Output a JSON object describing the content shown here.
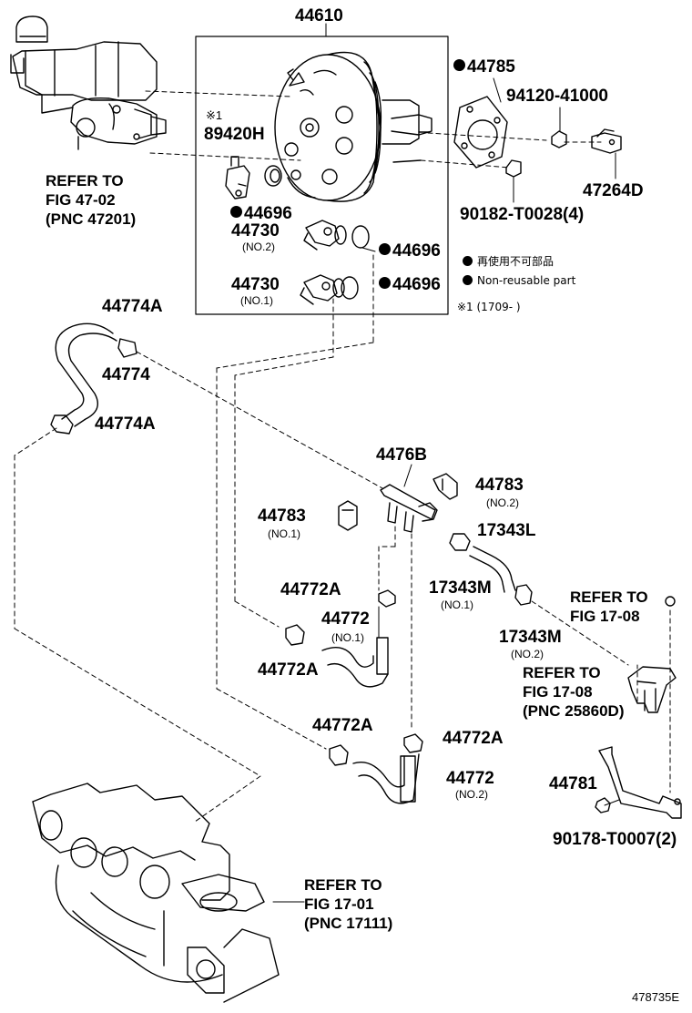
{
  "diagram_id": "478735E",
  "labels": {
    "booster": "44610",
    "sensor_note": "※1",
    "sensor": "89420H",
    "gasket": "44785",
    "nut": "94120-41000",
    "bracket": "47264D",
    "bolt": "90182-T0028(4)",
    "grommet_a": "44696",
    "grommet_b": "44696",
    "grommet_c": "44696",
    "check_valve_2": "44730",
    "check_valve_2_sub": "(NO.2)",
    "check_valve_1": "44730",
    "check_valve_1_sub": "(NO.1)",
    "hose_clip_top": "44774A",
    "hose_main": "44774",
    "hose_clip_bottom": "44774A",
    "tee": "4476B",
    "clamp_2": "44783",
    "clamp_2_sub": "(NO.2)",
    "clamp_1": "44783",
    "clamp_1_sub": "(NO.1)",
    "hose_17343l": "17343L",
    "clip_17343m_1": "17343M",
    "clip_17343m_1_sub": "(NO.1)",
    "clip_17343m_2": "17343M",
    "clip_17343m_2_sub": "(NO.2)",
    "clip_44772a_1": "44772A",
    "hose_44772_1": "44772",
    "hose_44772_1_sub": "(NO.1)",
    "clip_44772a_2": "44772A",
    "clip_44772a_3": "44772A",
    "clip_44772a_4": "44772A",
    "hose_44772_2": "44772",
    "hose_44772_2_sub": "(NO.2)",
    "bracket_44781": "44781",
    "nut_90178": "90178-T0007(2)"
  },
  "refs": {
    "master_cyl": [
      "REFER TO",
      "FIG 47-02",
      "(PNC 47201)"
    ],
    "bolt_ref": [
      "REFER TO",
      "FIG 17-08"
    ],
    "vsv_ref": [
      "REFER TO",
      "FIG 17-08",
      "(PNC 25860D)"
    ],
    "manifold_ref": [
      "REFER TO",
      "FIG 17-01",
      "(PNC 17111)"
    ]
  },
  "legend": {
    "jp": "再使用不可部品",
    "en": "Non-reusable part",
    "note": "※1 (1709-      )"
  }
}
